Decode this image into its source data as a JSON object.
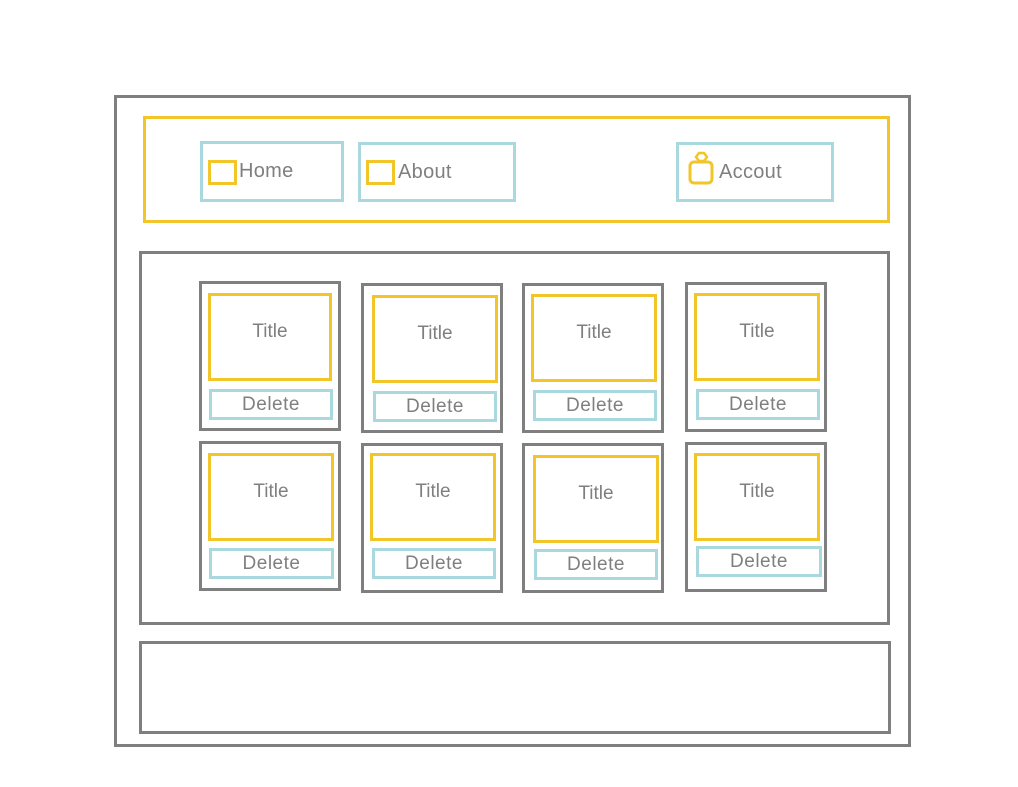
{
  "nav": {
    "home": {
      "label": "Home",
      "icon": "square-icon"
    },
    "about": {
      "label": "About",
      "icon": "square-icon"
    },
    "account": {
      "label": "Accout",
      "icon": "user-icon"
    }
  },
  "cards": [
    {
      "title": "Title",
      "delete_label": "Delete"
    },
    {
      "title": "Title",
      "delete_label": "Delete"
    },
    {
      "title": "Title",
      "delete_label": "Delete"
    },
    {
      "title": "Title",
      "delete_label": "Delete"
    },
    {
      "title": "Title",
      "delete_label": "Delete"
    },
    {
      "title": "Title",
      "delete_label": "Delete"
    },
    {
      "title": "Title",
      "delete_label": "Delete"
    },
    {
      "title": "Title",
      "delete_label": "Delete"
    }
  ],
  "colors": {
    "outline": "#7f7f7f",
    "accent_yellow": "#f2c529",
    "accent_blue": "#a9d8df",
    "text": "#7f7f7f"
  }
}
